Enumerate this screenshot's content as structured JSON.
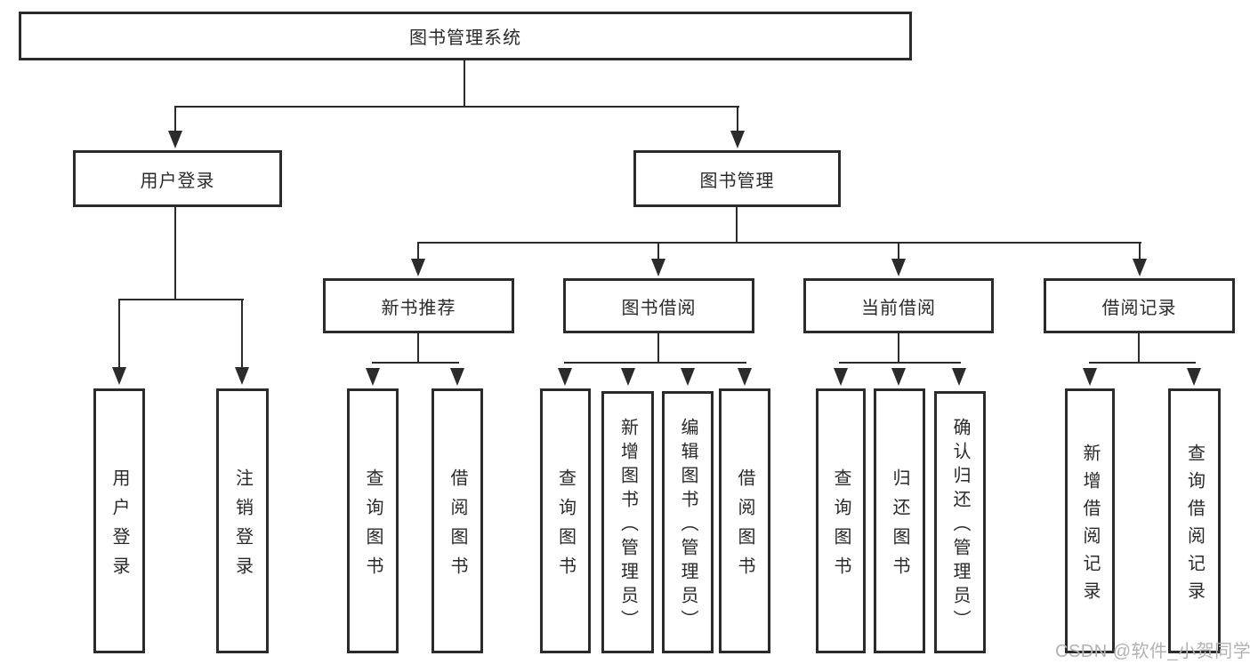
{
  "diagram": {
    "root": {
      "label": "图书管理系统"
    },
    "branches": [
      {
        "label": "用户登录",
        "leaves": [
          {
            "label": "用户登录"
          },
          {
            "label": "注销登录"
          }
        ]
      },
      {
        "label": "图书管理",
        "groups": [
          {
            "label": "新书推荐",
            "leaves": [
              {
                "label": "查询图书"
              },
              {
                "label": "借阅图书"
              }
            ]
          },
          {
            "label": "图书借阅",
            "leaves": [
              {
                "label": "查询图书"
              },
              {
                "label": "新增图书（管理员）"
              },
              {
                "label": "编辑图书（管理员）"
              },
              {
                "label": "借阅图书"
              }
            ]
          },
          {
            "label": "当前借阅",
            "leaves": [
              {
                "label": "查询图书"
              },
              {
                "label": "归还图书"
              },
              {
                "label": "确认归还（管理员）"
              }
            ]
          },
          {
            "label": "借阅记录",
            "leaves": [
              {
                "label": "新增借阅记录"
              },
              {
                "label": "查询借阅记录"
              }
            ]
          }
        ]
      }
    ]
  },
  "watermark": {
    "text": "CSDN @软件_小贺同学"
  },
  "colors": {
    "line": "#2b2b2b",
    "text": "#2a2a2a",
    "background": "#ffffff",
    "watermark": "#b2b2b2"
  }
}
